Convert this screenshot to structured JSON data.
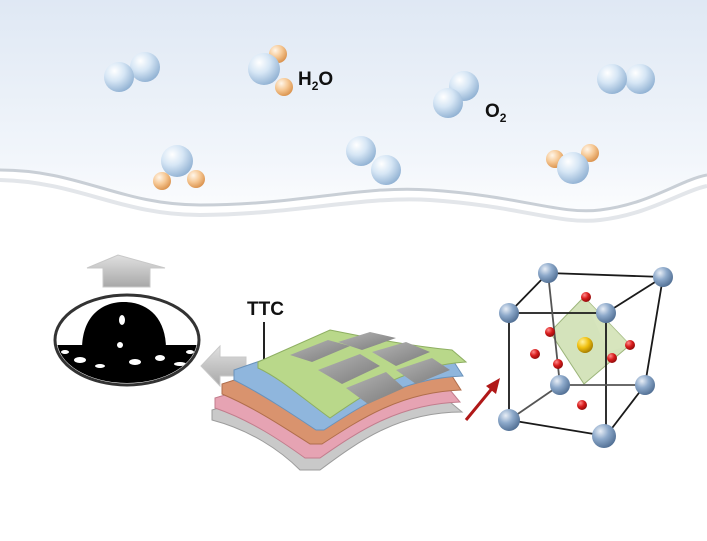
{
  "labels": {
    "water": {
      "main": "H",
      "sub": "2",
      "tail": "O"
    },
    "oxygen": {
      "main": "O",
      "sub": "2"
    },
    "ttc": "TTC"
  },
  "colors": {
    "sky_top": "#e4ecf6",
    "sky_bottom": "#ffffff",
    "bubble": "#b9d2ea",
    "hydrogen": "#f2b878",
    "arrow_grey": "#bfbfbf",
    "arrow_red": "#b01818",
    "layer_grey": "#c9c9c9",
    "layer_pink": "#e6a3b3",
    "layer_orange": "#d9936e",
    "layer_blue": "#8fb6dd",
    "layer_green": "#b9d88a",
    "electrode": "#9a9a9a",
    "atom_corner": "#7f9cbf",
    "atom_oxygen": "#c91616",
    "atom_center": "#e0b000",
    "octahedron": "#c6d9a4"
  },
  "icons": [
    "water-molecule-icon",
    "oxygen-molecule-icon",
    "water-droplet-contact-angle-icon",
    "perovskite-crystal-icon"
  ]
}
